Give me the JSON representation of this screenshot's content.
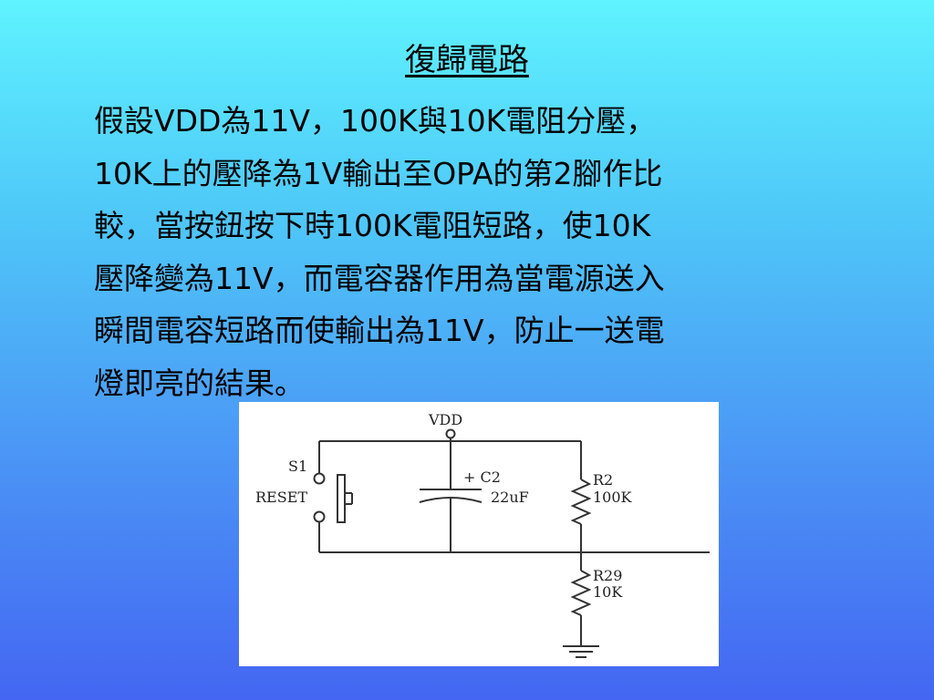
{
  "title": "復歸電路",
  "paragraph_lines": [
    "假設VDD為11V，100K與10K電阻分壓，",
    "10K上的壓降為1V輸出至OPA的第2腳作比",
    "較，當按鈕按下時100K電阻短路，使10K",
    "壓降變為11V，而電容器作用為當電源送入",
    "瞬間電容短路而使輸出為11V，防止一送電",
    "燈即亮的結果。"
  ],
  "circuit": {
    "vdd_label": "VDD",
    "switch_ref": "S1",
    "switch_name": "RESET",
    "cap_ref": "+ C2",
    "cap_value": "22uF",
    "r_upper_ref": "R2",
    "r_upper_value": "100K",
    "r_lower_ref": "R29",
    "r_lower_value": "10K"
  }
}
